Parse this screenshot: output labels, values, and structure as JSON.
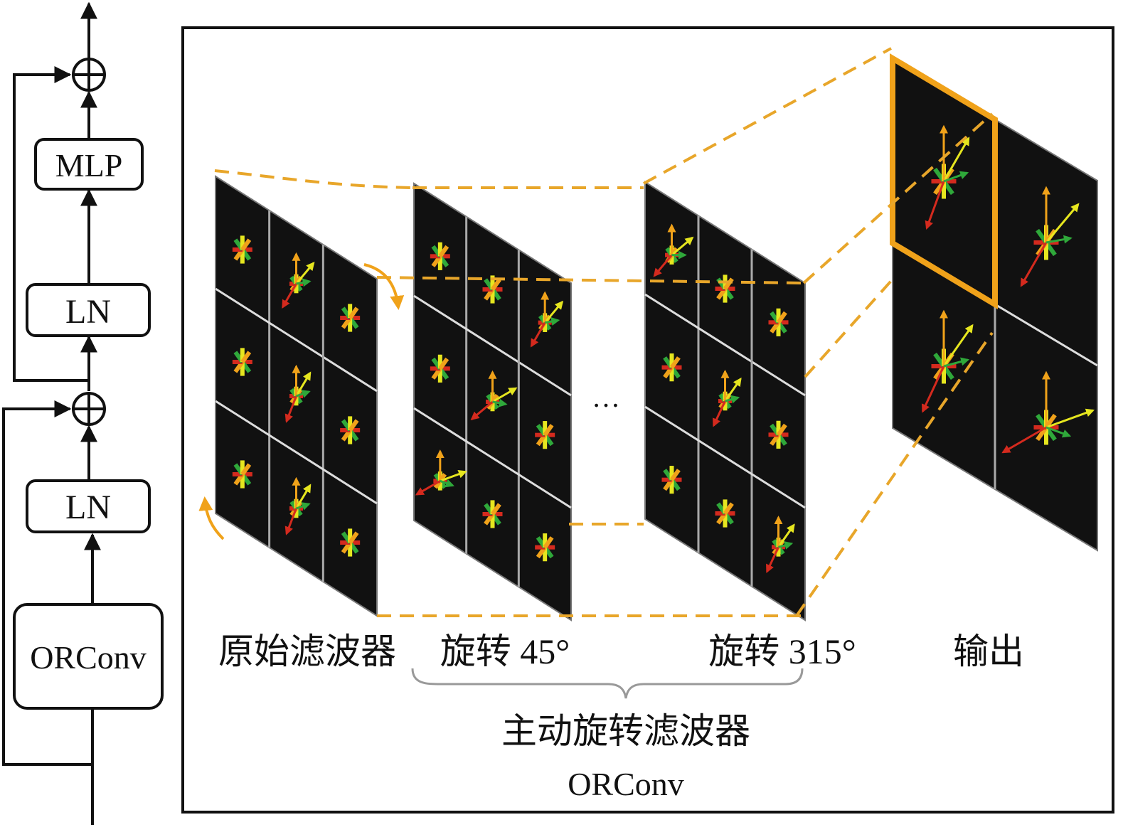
{
  "block": {
    "mlp": "MLP",
    "ln_top": "LN",
    "ln_bottom": "LN",
    "orconv": "ORConv"
  },
  "panel": {
    "label_original": "原始滤波器",
    "label_rot45": "旋转 45°",
    "label_rot315": "旋转 315°",
    "label_output": "输出",
    "ellipsis": "…",
    "brace_title": "主动旋转滤波器",
    "brace_subtitle": "ORConv"
  },
  "colors": {
    "dash": "#e8a62a",
    "filter_bg": "#111111",
    "arrow_yellow": "#e6e61f",
    "arrow_red": "#d42a1e",
    "arrow_green": "#2fa83a",
    "arrow_orange": "#f0a21a"
  },
  "icons": [
    "sum-circle-icon",
    "arrow-up-icon",
    "rotation-arrow-icon",
    "filter-arrow-icon"
  ]
}
